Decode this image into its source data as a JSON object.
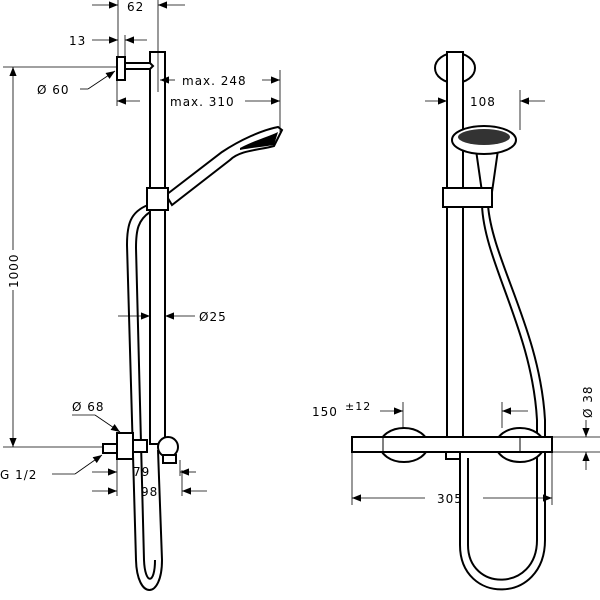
{
  "left_view": {
    "dim_bracket_offset": "62",
    "dim_bracket_depth": "13",
    "dim_bracket_diameter": "Ø 60",
    "dim_height": "1000",
    "dim_max_248": "max. 248",
    "dim_max_310": "max. 310",
    "dim_rail_diameter": "Ø25",
    "dim_mixer_diameter": "Ø 68",
    "dim_thread": "G 1/2",
    "dim_79": "79",
    "dim_98": "98"
  },
  "right_view": {
    "dim_head": "108",
    "dim_centers": "150",
    "dim_tolerance": "±12",
    "dim_bar_diameter": "Ø 38",
    "dim_width": "305"
  }
}
